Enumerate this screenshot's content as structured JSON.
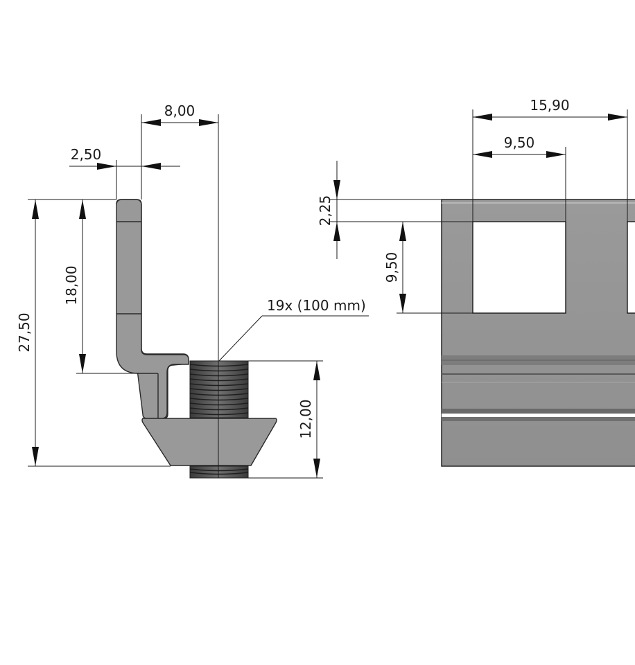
{
  "drawing": {
    "side_view": {
      "dims": {
        "top_width": "8,00",
        "wall_thickness": "2,50",
        "total_height": "27,50",
        "upper_height": "18,00",
        "thread_length": "12,00"
      },
      "note": "19x (100 mm)"
    },
    "front_view": {
      "dims": {
        "pitch": "15,90",
        "slot_width": "9,50",
        "top_offset": "2,25",
        "slot_height": "9,50"
      }
    },
    "colors": {
      "part_fill": "#999999",
      "part_dark": "#7d7d7d",
      "thread": "#4a4a4a",
      "line": "#1a1a1a"
    }
  }
}
